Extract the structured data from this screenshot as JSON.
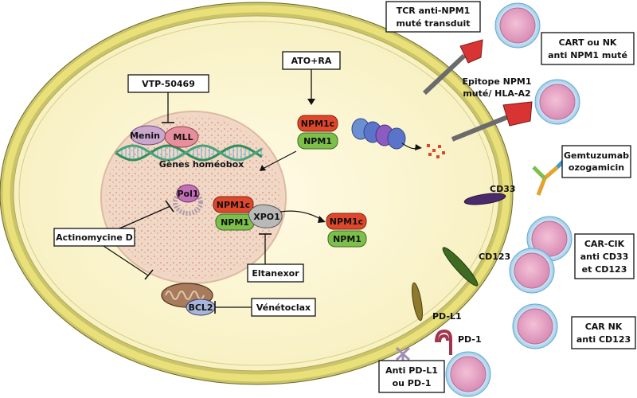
{
  "labels": {
    "tcr": [
      "TCR anti-NPM1",
      "muté transduit"
    ],
    "cart_nk": [
      "CART ou NK",
      "anti NPM1 muté"
    ],
    "epitope": [
      "Epitope NPM1",
      "muté/ HLA-A2"
    ],
    "gemtuzumab": [
      "Gemtuzumab",
      "ozogamicin"
    ],
    "cd33": "CD33",
    "car_cik": [
      "CAR-CIK",
      "anti CD33",
      "et CD123"
    ],
    "cd123": "CD123",
    "car_nk_cd123": [
      "CAR NK",
      "anti CD123"
    ],
    "pd_l1": "PD-L1",
    "pd_1": "PD-1",
    "anti_pd": [
      "Anti PD-L1",
      "ou PD-1"
    ],
    "vtp": "VTP-50469",
    "menin": "Menin",
    "mll": "MLL",
    "genes": "Gènes homéobox",
    "ato_ra": "ATO+RA",
    "npm1c": "NPM1c",
    "npm1": "NPM1",
    "pol1": "Pol1",
    "xpo1": "XPO1",
    "actinomycine": "Actinomycine D",
    "eltanexor": "Eltanexor",
    "bcl2": "BCL2",
    "venetoclax": "Vénétoclax"
  },
  "colors": {
    "npm1c": "#e0462a",
    "npm1": "#7cc04a",
    "cell_fill": "#fbf6d3",
    "membrane": "#e8e06a",
    "nucleus": "#f6ead2",
    "menin": "#c9a7cf",
    "mll": "#e78f9c",
    "xpo1": "#b9b9b9",
    "pol1": "#c36fb8",
    "bcl2": "#a9b6dc"
  }
}
